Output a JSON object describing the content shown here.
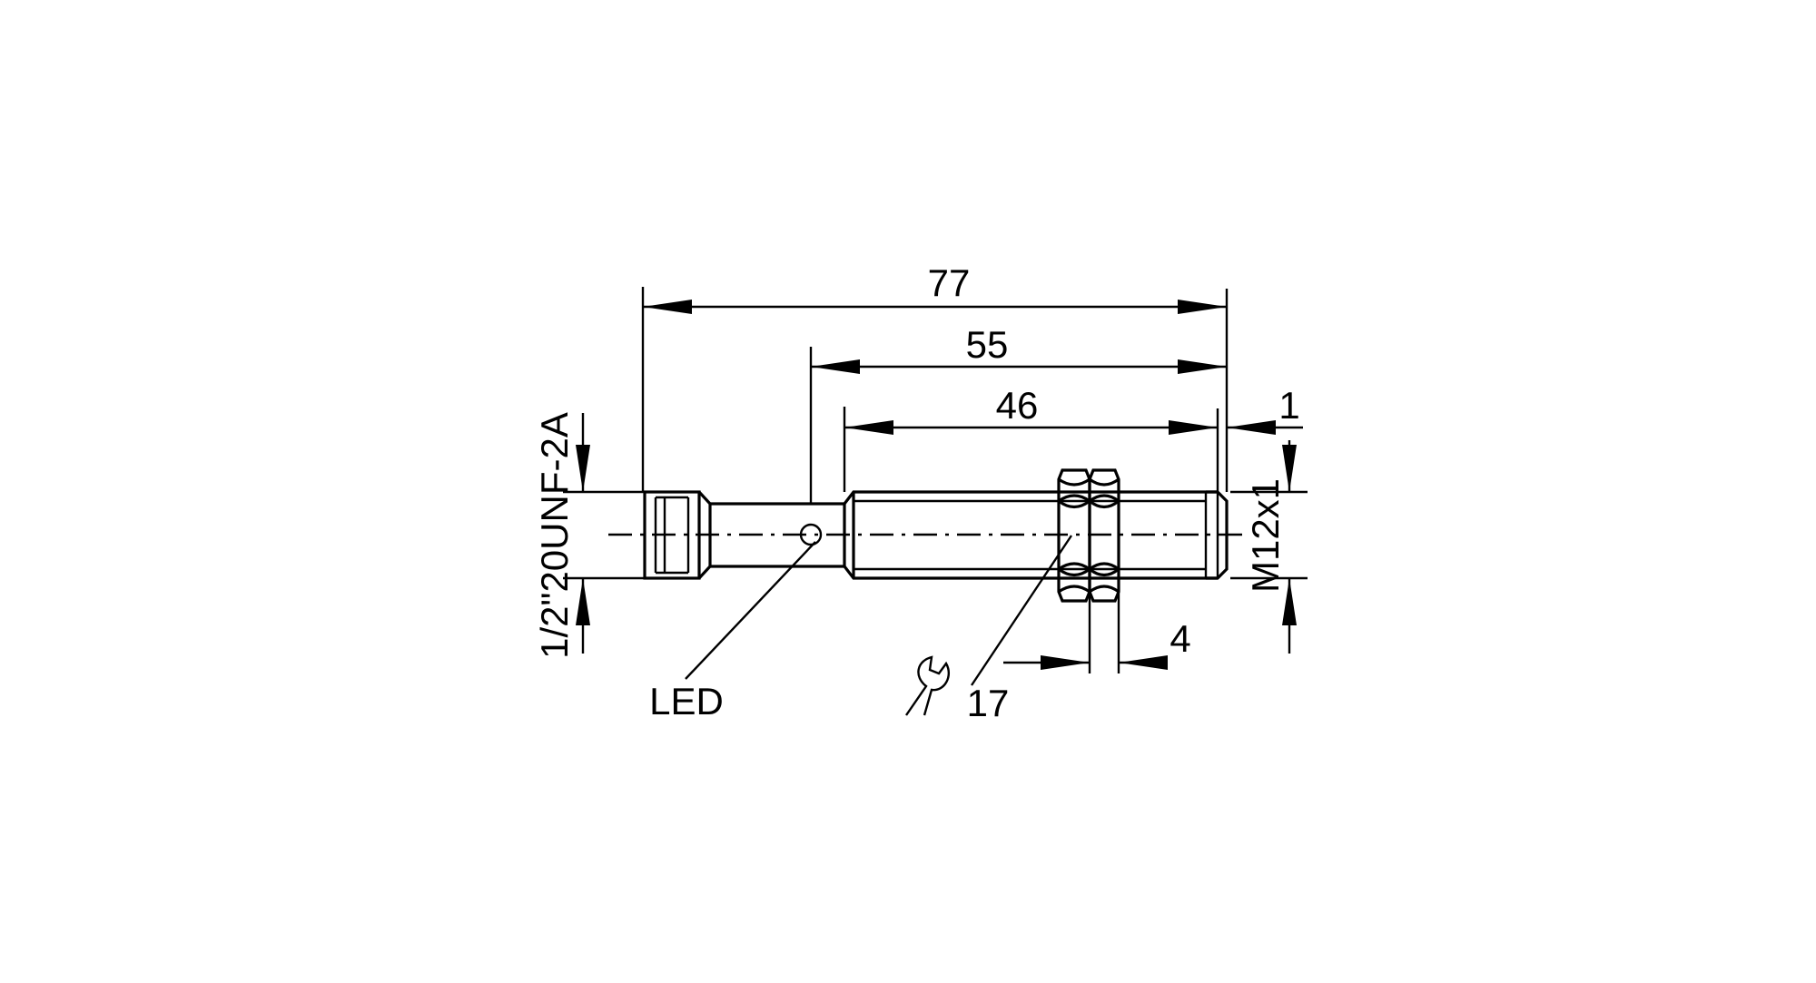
{
  "labels": {
    "dim_total": "77",
    "dim_led": "55",
    "dim_thread": "46",
    "dim_tip": "1",
    "dim_nut": "4",
    "wrench_size": "17",
    "led": "LED",
    "thread_left": "1/2\"20UNF-2A",
    "thread_right": "M12x1"
  },
  "icons": {
    "wrench": "wrench-icon"
  },
  "colors": {
    "line": "#000000",
    "background": "#ffffff"
  }
}
